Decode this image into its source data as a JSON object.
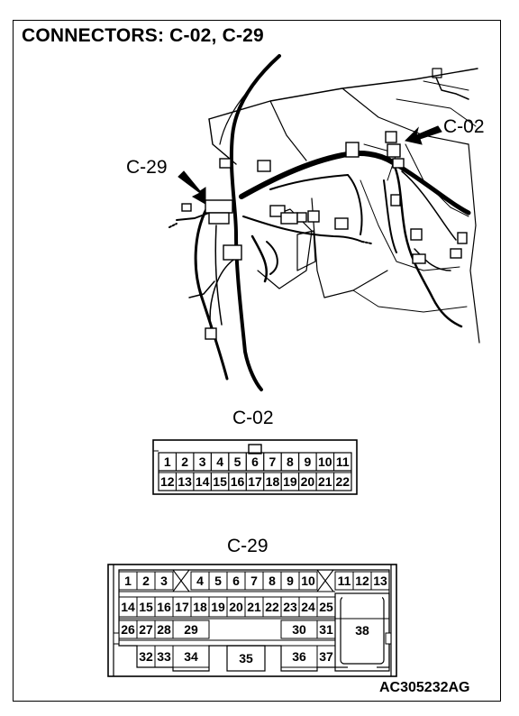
{
  "title": "CONNECTORS: C-02, C-29",
  "callouts": {
    "c02": "C-02",
    "c29": "C-29"
  },
  "connectors": {
    "c02": {
      "label": "C-02",
      "row1": [
        "1",
        "2",
        "3",
        "4",
        "5",
        "6",
        "7",
        "8",
        "9",
        "10",
        "11"
      ],
      "row2": [
        "12",
        "13",
        "14",
        "15",
        "16",
        "17",
        "18",
        "19",
        "20",
        "21",
        "22"
      ]
    },
    "c29": {
      "label": "C-29",
      "row1a": [
        "1",
        "2",
        "3"
      ],
      "row1b": [
        "4",
        "5",
        "6",
        "7",
        "8",
        "9",
        "10"
      ],
      "row1c": [
        "11",
        "12",
        "13"
      ],
      "row2": [
        "14",
        "15",
        "16",
        "17",
        "18",
        "19",
        "20",
        "21",
        "22",
        "23",
        "24",
        "25"
      ],
      "pins": {
        "p26": "26",
        "p27": "27",
        "p28": "28",
        "p29": "29",
        "p30": "30",
        "p31": "31",
        "p32": "32",
        "p33": "33",
        "p34": "34",
        "p35": "35",
        "p36": "36",
        "p37": "37",
        "p38": "38"
      }
    }
  },
  "figure_id": "AC305232AG"
}
